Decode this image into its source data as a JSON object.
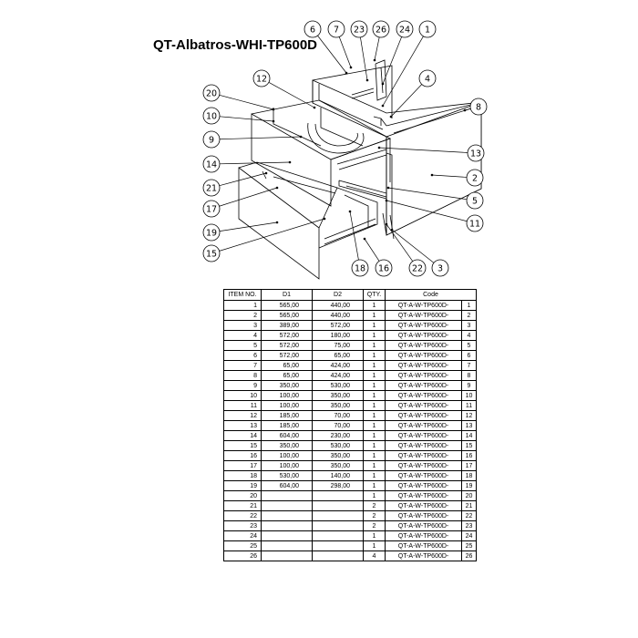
{
  "title": "QT-Albatros-WHI-TP600D",
  "callouts": [
    "6",
    "7",
    "23",
    "26",
    "24",
    "1",
    "12",
    "20",
    "4",
    "8",
    "10",
    "9",
    "13",
    "14",
    "2",
    "21",
    "5",
    "17",
    "11",
    "19",
    "15",
    "18",
    "16",
    "22",
    "3"
  ],
  "table": {
    "headers": [
      "ITEM NO.",
      "D1",
      "D2",
      "QTY.",
      "Code"
    ],
    "rows": [
      {
        "item": "1",
        "d1": "565,00",
        "d2": "440,00",
        "qty": "1",
        "code": "QT-A-W-TP600D-",
        "idx": "1"
      },
      {
        "item": "2",
        "d1": "565,00",
        "d2": "440,00",
        "qty": "1",
        "code": "QT-A-W-TP600D-",
        "idx": "2"
      },
      {
        "item": "3",
        "d1": "389,00",
        "d2": "572,00",
        "qty": "1",
        "code": "QT-A-W-TP600D-",
        "idx": "3"
      },
      {
        "item": "4",
        "d1": "572,00",
        "d2": "180,00",
        "qty": "1",
        "code": "QT-A-W-TP600D-",
        "idx": "4"
      },
      {
        "item": "5",
        "d1": "572,00",
        "d2": "75,00",
        "qty": "1",
        "code": "QT-A-W-TP600D-",
        "idx": "5"
      },
      {
        "item": "6",
        "d1": "572,00",
        "d2": "65,00",
        "qty": "1",
        "code": "QT-A-W-TP600D-",
        "idx": "6"
      },
      {
        "item": "7",
        "d1": "65,00",
        "d2": "424,00",
        "qty": "1",
        "code": "QT-A-W-TP600D-",
        "idx": "7"
      },
      {
        "item": "8",
        "d1": "65,00",
        "d2": "424,00",
        "qty": "1",
        "code": "QT-A-W-TP600D-",
        "idx": "8"
      },
      {
        "item": "9",
        "d1": "350,00",
        "d2": "530,00",
        "qty": "1",
        "code": "QT-A-W-TP600D-",
        "idx": "9"
      },
      {
        "item": "10",
        "d1": "100,00",
        "d2": "350,00",
        "qty": "1",
        "code": "QT-A-W-TP600D-",
        "idx": "10"
      },
      {
        "item": "11",
        "d1": "100,00",
        "d2": "350,00",
        "qty": "1",
        "code": "QT-A-W-TP600D-",
        "idx": "11"
      },
      {
        "item": "12",
        "d1": "185,00",
        "d2": "70,00",
        "qty": "1",
        "code": "QT-A-W-TP600D-",
        "idx": "12"
      },
      {
        "item": "13",
        "d1": "185,00",
        "d2": "70,00",
        "qty": "1",
        "code": "QT-A-W-TP600D-",
        "idx": "13"
      },
      {
        "item": "14",
        "d1": "604,00",
        "d2": "230,00",
        "qty": "1",
        "code": "QT-A-W-TP600D-",
        "idx": "14"
      },
      {
        "item": "15",
        "d1": "350,00",
        "d2": "530,00",
        "qty": "1",
        "code": "QT-A-W-TP600D-",
        "idx": "15"
      },
      {
        "item": "16",
        "d1": "100,00",
        "d2": "350,00",
        "qty": "1",
        "code": "QT-A-W-TP600D-",
        "idx": "16"
      },
      {
        "item": "17",
        "d1": "100,00",
        "d2": "350,00",
        "qty": "1",
        "code": "QT-A-W-TP600D-",
        "idx": "17"
      },
      {
        "item": "18",
        "d1": "530,00",
        "d2": "140,00",
        "qty": "1",
        "code": "QT-A-W-TP600D-",
        "idx": "18"
      },
      {
        "item": "19",
        "d1": "604,00",
        "d2": "298,00",
        "qty": "1",
        "code": "QT-A-W-TP600D-",
        "idx": "19"
      },
      {
        "item": "20",
        "d1": "",
        "d2": "",
        "qty": "1",
        "code": "QT-A-W-TP600D-",
        "idx": "20"
      },
      {
        "item": "21",
        "d1": "",
        "d2": "",
        "qty": "2",
        "code": "QT-A-W-TP600D-",
        "idx": "21"
      },
      {
        "item": "22",
        "d1": "",
        "d2": "",
        "qty": "2",
        "code": "QT-A-W-TP600D-",
        "idx": "22"
      },
      {
        "item": "23",
        "d1": "",
        "d2": "",
        "qty": "2",
        "code": "QT-A-W-TP600D-",
        "idx": "23"
      },
      {
        "item": "24",
        "d1": "",
        "d2": "",
        "qty": "1",
        "code": "QT-A-W-TP600D-",
        "idx": "24"
      },
      {
        "item": "25",
        "d1": "",
        "d2": "",
        "qty": "1",
        "code": "QT-A-W-TP600D-",
        "idx": "25"
      },
      {
        "item": "26",
        "d1": "",
        "d2": "",
        "qty": "4",
        "code": "QT-A-W-TP600D-",
        "idx": "26"
      }
    ]
  }
}
